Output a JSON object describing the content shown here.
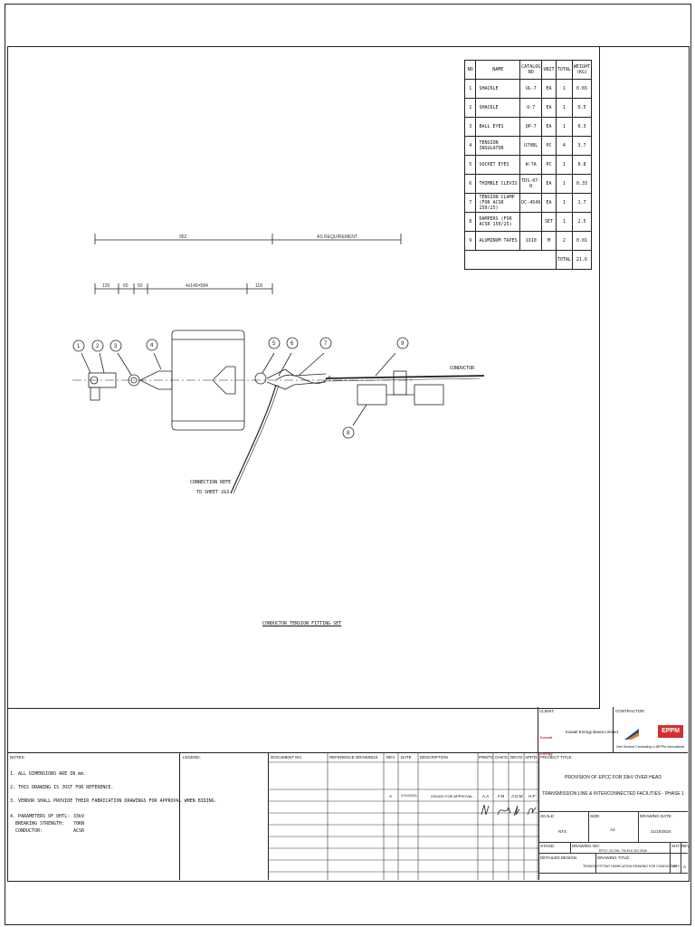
{
  "bom": {
    "headers": [
      "NO",
      "NAME",
      "CATALOG NO",
      "UNIT",
      "TOTAL",
      "WEIGHT (KG)"
    ],
    "rows": [
      {
        "no": "1",
        "name": "SHACKLE",
        "catalog": "UL-7",
        "unit": "EA",
        "total": "1",
        "weight": "0.65"
      },
      {
        "no": "2",
        "name": "SHACKLE",
        "catalog": "U-7",
        "unit": "EA",
        "total": "1",
        "weight": "0.5"
      },
      {
        "no": "3",
        "name": "BALL EYES",
        "catalog": "QP-7",
        "unit": "EA",
        "total": "1",
        "weight": "0.3"
      },
      {
        "no": "4",
        "name": "TENSION INSULATOR",
        "catalog": "U70BL",
        "unit": "PC",
        "total": "4",
        "weight": "3.7"
      },
      {
        "no": "5",
        "name": "SOCKET EYES",
        "catalog": "W-7A",
        "unit": "PC",
        "total": "1",
        "weight": "0.8"
      },
      {
        "no": "6",
        "name": "THIMBLE CLEVIS",
        "catalog": "TDS-07-R",
        "unit": "EA",
        "total": "1",
        "weight": "0.33"
      },
      {
        "no": "7",
        "name": "TENSION CLAMP (FOR ACSR 150/25)",
        "catalog": "DC-4549",
        "unit": "EA",
        "total": "1",
        "weight": "1.7"
      },
      {
        "no": "8",
        "name": "DAMPERS (FOR ACSR 150/25)",
        "catalog": "",
        "unit": "SET",
        "total": "1",
        "weight": "2.5"
      },
      {
        "no": "9",
        "name": "ALUMINUM TAPES",
        "catalog": "1X10",
        "unit": "M",
        "total": "2",
        "weight": "0.01"
      }
    ],
    "total_label": "TOTAL",
    "total_weight": "21.6"
  },
  "dims": {
    "d952": "952",
    "as_req": "AS REQUIREMENT",
    "d120": "120",
    "d60": "60",
    "d50": "50",
    "d4x": "4x146=584",
    "d118": "118"
  },
  "drawing": {
    "conductor_label": "CONDUCTOR",
    "connection_note_1": "CONNECTION REFE",
    "connection_note_2": "TO SHEET 2&3",
    "title": "CONDUCTOR TENSION FITTING SET",
    "balloons": [
      "1",
      "2",
      "3",
      "4",
      "5",
      "6",
      "7",
      "9",
      "8"
    ]
  },
  "client": {
    "label": "CLIENT:",
    "name": "Kuwait Energy Basra Limited",
    "logo_text": "Kuwait Energy"
  },
  "contractor": {
    "label": "CONTRACTOR:",
    "name1": "Zain General Contracting LLC",
    "name2": "EPPM International",
    "logo_text": "EPPM"
  },
  "notes": {
    "label": "NOTES:",
    "n1": "1. ALL DIMENSIONS ARE IN mm.",
    "n2": "2. THIS DRAWING IS JUST FOR REFERENCE.",
    "n3": "3. VENDOR SHALL PROVIDE THEIR FABRICATION DRAWINGS FOR APPROVAL WHEN BIDING.",
    "n4": "4. PARAMETERS OF OHTL:",
    "p1k": "BREAKING STRENGTH:",
    "p2k": "CONDUCTOR:",
    "p0v": "33kV",
    "p1v": "70KN",
    "p2v": "ACSR"
  },
  "legend": {
    "label": "LEGEND:"
  },
  "revtable": {
    "doc_no": "DOCUMENT NO.",
    "ref": "REFERENCE DRAWINGS",
    "rev": "REV.",
    "date": "DATE",
    "desc": "DESCRIPTION",
    "prepd": "PREP'D",
    "chkd": "CHK'D",
    "revd": "REV'D",
    "appd": "APP'D",
    "row_rev": "A",
    "row_date": "21/10/2024",
    "row_desc": "ISSUED FOR APPROVAL",
    "row_prepd": "A.A",
    "row_chkd": "F.M",
    "row_revd": "A.D.M",
    "row_appd": "H.P"
  },
  "project": {
    "label": "PROJECT TITLE:",
    "line1": "PROVISION OF EPCC FOR 33kV OVER HEAD",
    "line2": "TRANSMISSION LINE & INTERCONNECTED FACILITIES - PHASE 1",
    "scale_label": "SCALE:",
    "scale": "NTS",
    "size_label": "SIZE:",
    "size": "A3",
    "date_label": "DRAWING DATE:",
    "date": "21/10/2024",
    "stage_label": "STAGE:",
    "dwgno_label": "DRAWING NO:",
    "dwgno": "EPCC-33-OHL-TW-ELE-DG-0006",
    "sht_label": "SHT",
    "rev_label": "REV",
    "design_label": "DETAILED DESIGN",
    "dtitle_label": "DRAWING TITLE:",
    "dtitle": "TENSION FITTING FABRICATION DRAWING FOR CONDUCTOR",
    "sht": "1OF3",
    "rev": "A"
  }
}
